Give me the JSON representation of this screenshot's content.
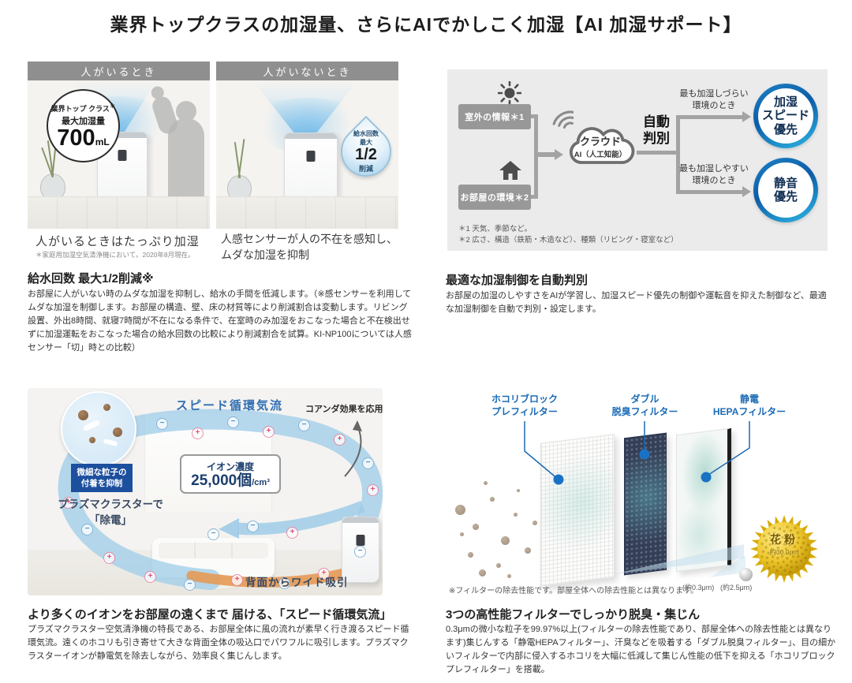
{
  "title": "業界トップクラスの加湿量、さらにAIでかしこく加湿【AI 加湿サポート】",
  "colors": {
    "accent_blue": "#1c6bb5",
    "navy_text": "#1c3e6e",
    "ring_blue_dark": "#0d5ca6",
    "ring_blue_light": "#2fb9e6",
    "diagram_panel_gray": "#ebebeb",
    "diagram_box_gray": "#989898",
    "photo_header_gray": "#8f8f8f",
    "mist_blue": "#6eb9e8",
    "flow_orange": "#e59a55",
    "pollen_yellow": "#e6b800"
  },
  "humidify": {
    "present": {
      "header": "人がいるとき",
      "badge_top": "業界トップ クラス",
      "badge_star": "＊",
      "badge_mid": "最大加湿量",
      "badge_value": "700",
      "badge_unit": "mL",
      "caption": "人がいるときはたっぷり加湿",
      "caption_note": "＊家庭用加湿空気清浄機において。2020年8月現在。"
    },
    "absent": {
      "header": "人がいないとき",
      "drop_top": "給水回数",
      "drop_mid": "最大",
      "drop_value": "1/2",
      "drop_bottom": "削減",
      "caption": "人感センサーが人の不在を感知し、ムダな加湿を抑制"
    },
    "heading": "給水回数 最大1/2削減※",
    "body": "お部屋に人がいない時のムダな加湿を抑制し、給水の手間を低減します。（※感センサーを利用してムダな加湿を制御します。お部屋の構造、壁、床の材質等により削減割合は変動します。リビング設置、外出8時間、就寝7時間が不在になる条件で、在室時のみ加湿をおこなった場合と不在検出せずに加湿運転をおこなった場合の給水回数の比較により削減割合を試算。KI-NP100については人感センサー「切」時との比較）"
  },
  "ai": {
    "input_outdoor": "室外の情報＊1",
    "input_room": "お部屋の環境＊2",
    "cloud_name": "クラウド",
    "cloud_sub": "AI（人工知能）",
    "decision_line1": "自動",
    "decision_line2": "判別",
    "branch_speed_cond1": "最も加湿しづらい",
    "branch_speed_cond2": "環境のとき",
    "result_speed_l1": "加湿",
    "result_speed_l2": "スピード",
    "result_speed_l3": "優先",
    "branch_quiet_cond1": "最も加湿しやすい",
    "branch_quiet_cond2": "環境のとき",
    "result_quiet_l1": "静音",
    "result_quiet_l2": "優先",
    "footnote1": "＊1 天気、季節など。",
    "footnote2": "＊2 広さ、構造（鉄筋・木造など）、種類（リビング・寝室など）",
    "heading": "最適な加湿制御を自動判別",
    "body": "お部屋の加湿のしやすさをAIが学習し、加湿スピード優先の制御や運転音を抑えた制御など、最適な加湿制御を自動で判別・設定します。"
  },
  "airflow": {
    "label_circulation": "スピード循環気流",
    "label_coanda": "コアンダ効果を応用",
    "particle_l1": "微細な粒子の",
    "particle_l2": "付着を抑制",
    "plasma_l1": "プラズマクラスターで",
    "plasma_l2": "「除電」",
    "ion_title": "イオン濃度",
    "ion_value": "25,000個",
    "ion_unit": "/cm³",
    "label_suction": "背面からワイド吸引",
    "heading": "より多くのイオンをお部屋の遠くまで 届ける、「スピード循環気流」",
    "body": "プラズマクラスター空気清浄機の特長である、お部屋全体に風の流れが素早く行き渡るスピード循環気流。遠くのホコリも引き寄せて大きな背面全体の吸込口でパワフルに吸引します。プラズマクラスターイオンが静電気を除去しながら、効率良く集じんします。"
  },
  "filters": {
    "pre_l1": "ホコリブロック",
    "pre_l2": "プレフィルター",
    "deo_l1": "ダブル",
    "deo_l2": "脱臭フィルター",
    "hepa_l1": "静電",
    "hepa_l2": "HEPAフィルター",
    "pollen_label": "花粉",
    "pollen_size": "約30.0μm",
    "size_small": "(約0.3μm)",
    "size_mid": "(約2.5μm)",
    "footnote": "※フィルターの除去性能です。部屋全体への除去性能とは異なります。",
    "heading": "3つの高性能フィルターでしっかり脱臭・集じん",
    "body": "0.3μmの微小な粒子を99.97%以上(フィルターの除去性能であり、部屋全体への除去性能とは異なります)集じんする「静電HEPAフィルター」、汗臭などを吸着する「ダブル脱臭フィルター」、目の細かいフィルターで内部に侵入するホコリを大幅に低減して集じん性能の低下を抑える「ホコリブロックプレフィルター」を搭載。"
  }
}
